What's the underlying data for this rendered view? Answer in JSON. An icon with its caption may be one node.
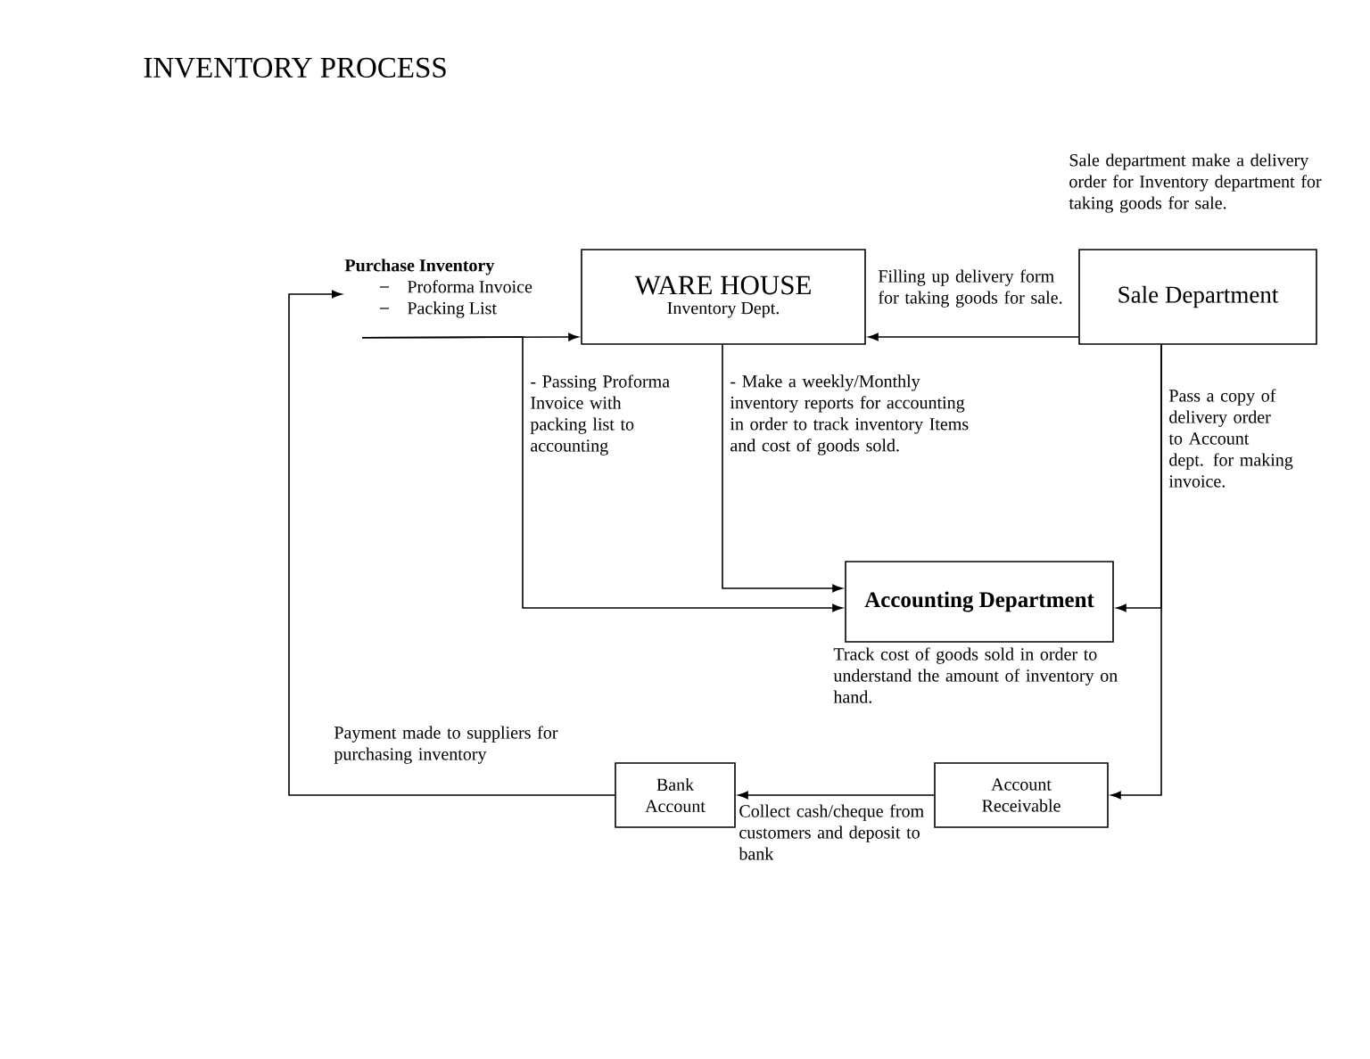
{
  "diagram": {
    "title": "INVENTORY PROCESS",
    "nodes": [
      {
        "text": [
          "Purchase Inventory",
          "Proforma Invoice",
          "Packing List"
        ]
      },
      {
        "text": [
          "WARE HOUSE",
          "Inventory Dept."
        ]
      },
      {
        "text": [
          "Sale Department"
        ],
        "beside": [
          "Sale department make a delivery order for Inventory department for taking goods for sale."
        ]
      },
      {
        "text": [
          "Accounting Department"
        ],
        "beside": [
          "Track cost of goods sold in order to understand the amount of inventory on hand."
        ]
      },
      {
        "text": [
          "Bank Account"
        ]
      },
      {
        "text": [
          "Account Receivable"
        ]
      }
    ],
    "edges": [
      {
        "from": 0,
        "to": 1,
        "arrow": "to"
      },
      {
        "from": 2,
        "to": 1,
        "arrow": "to",
        "label": "Filling up delivery form for taking goods for sale."
      },
      {
        "from": 0,
        "to": 3,
        "arrow": "to",
        "label": "- Passing Proforma Invoice with packing list to accounting"
      },
      {
        "from": 1,
        "to": 3,
        "arrow": "to",
        "label": "- Make a weekly/Monthly inventory reports for accounting in order to track inventory Items and cost of goods sold."
      },
      {
        "from": 2,
        "to": 3,
        "arrow": "to",
        "label": "Pass a copy of delivery order to Account dept. for making invoice."
      },
      {
        "from": 2,
        "to": 5,
        "arrow": "to"
      },
      {
        "from": 5,
        "to": 4,
        "arrow": "to",
        "label": "Collect cash/cheque from customers and deposit to bank"
      },
      {
        "from": 4,
        "to": 0,
        "arrow": "to",
        "label": "Payment made to suppliers for purchasing inventory"
      }
    ]
  }
}
